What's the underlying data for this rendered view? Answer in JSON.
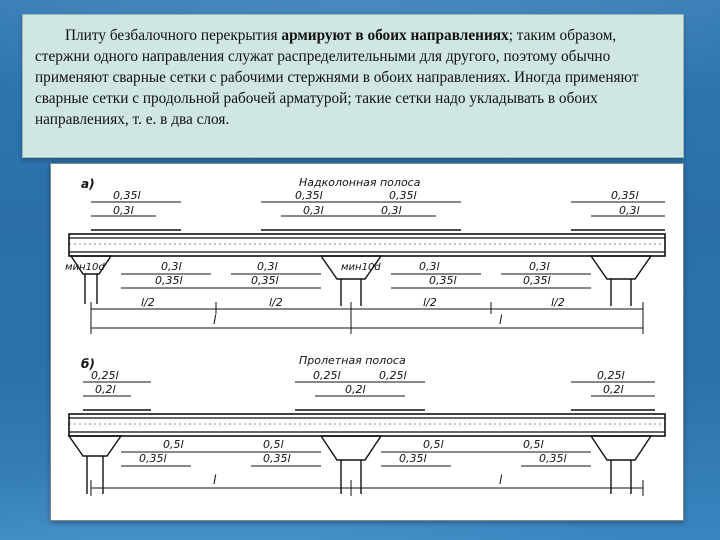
{
  "text": {
    "part1": "Плиту безбалочного перекрытия ",
    "bold": "армируют в обоих направлениях",
    "part2": "; таким образом, стержни одного направления служат распределительными для другого, поэтому обычно применяют сварные сетки с рабочими стержнями в обоих направлениях. Иногда применяют сварные сетки с продольной рабочей арматурой; такие сетки надо укладывать в обоих направлениях, т. е. в два слоя."
  },
  "figure_a": {
    "letter": "а)",
    "title": "Надколонная полоса",
    "top_labels": [
      "0,35l",
      "0,3l",
      "0,35l",
      "0,3l",
      "0,35l",
      "0,3l",
      "0,35l",
      "0,3l"
    ],
    "bottom_labels": [
      "0,3l",
      "0,35l",
      "0,3l",
      "0,35l",
      "0,3l",
      "0,35l",
      "0,3l",
      "0,35l"
    ],
    "column_labels": [
      "мин10d",
      "мин10d"
    ],
    "half_labels": [
      "l/2",
      "l/2",
      "l/2",
      "l/2"
    ],
    "span_labels": [
      "l",
      "l"
    ]
  },
  "figure_b": {
    "letter": "б)",
    "title": "Пролетная полоса",
    "top_labels": [
      "0,25l",
      "0,2l",
      "0,25l",
      "0,25l",
      "0,2l",
      "0,25l",
      "0,2l"
    ],
    "bottom_labels": [
      "0,5l",
      "0,35l",
      "0,5l",
      "0,35l",
      "0,5l",
      "0,35l",
      "0,5l",
      "0,35l"
    ],
    "span_labels": [
      "l",
      "l"
    ]
  }
}
